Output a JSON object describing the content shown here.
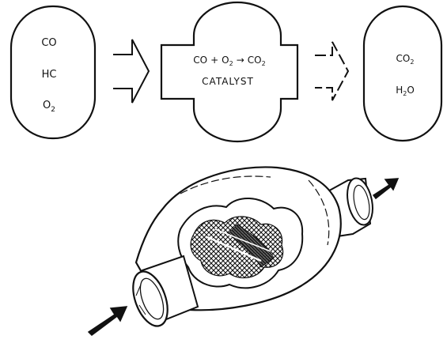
{
  "diagram": {
    "inputs": {
      "line1": "CO",
      "line2": "HC",
      "line3_base": "O",
      "line3_sub": "2"
    },
    "reaction": {
      "r1": "CO",
      "plus": "+",
      "r2_base": "O",
      "r2_sub": "2",
      "arrow": "→",
      "p_base": "CO",
      "p_sub": "2",
      "catalyst": "CATALYST"
    },
    "outputs": {
      "line1_base": "CO",
      "line1_sub": "2",
      "line2_h": "H",
      "line2_sub": "2",
      "line2_o": "O"
    }
  }
}
